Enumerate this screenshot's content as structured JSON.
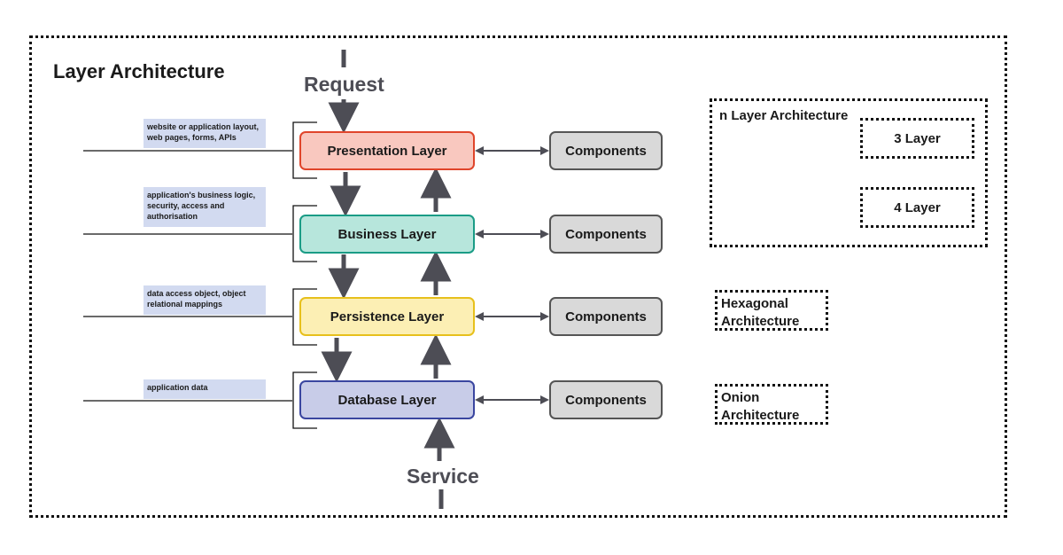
{
  "title": "Layer Architecture",
  "flow": {
    "top": "Request",
    "bottom": "Service"
  },
  "layers": [
    {
      "label": "Presentation Layer",
      "note": "website or application layout, web pages, forms, APIs",
      "fill": "#f9c8bf",
      "stroke": "#e0452b"
    },
    {
      "label": "Business Layer",
      "note": "application's business logic, security, access and authorisation",
      "fill": "#b7e6dc",
      "stroke": "#1a9c86"
    },
    {
      "label": "Persistence Layer",
      "note": "data access object, object relational mappings",
      "fill": "#fcefb4",
      "stroke": "#e7c01c"
    },
    {
      "label": "Database Layer",
      "note": "application data",
      "fill": "#c8cce8",
      "stroke": "#3a46a0"
    }
  ],
  "components": [
    "Components",
    "Components",
    "Components",
    "Components"
  ],
  "architectures": {
    "n_layer": {
      "title": "n Layer Architecture",
      "items": [
        "3 Layer",
        "4 Layer"
      ]
    },
    "hexagonal": {
      "line1": "Hexagonal",
      "line2": "Architecture"
    },
    "onion": {
      "line1": "Onion",
      "line2": "Architecture"
    }
  },
  "colors": {
    "arrow": "#4d4d55",
    "component_fill": "#d9d9d9",
    "note_fill": "#d2daf0"
  }
}
